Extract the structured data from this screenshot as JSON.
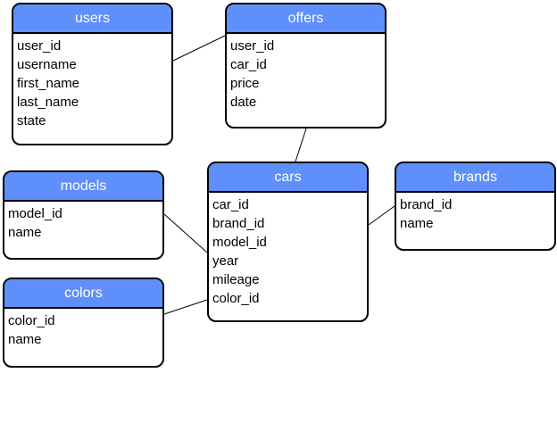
{
  "entities": {
    "users": {
      "title": "users",
      "fields": [
        "user_id",
        "username",
        "first_name",
        "last_name",
        "state"
      ]
    },
    "offers": {
      "title": "offers",
      "fields": [
        "user_id",
        "car_id",
        "price",
        "date"
      ]
    },
    "cars": {
      "title": "cars",
      "fields": [
        "car_id",
        "brand_id",
        "model_id",
        "year",
        "mileage",
        "color_id"
      ]
    },
    "brands": {
      "title": "brands",
      "fields": [
        "brand_id",
        "name"
      ]
    },
    "models": {
      "title": "models",
      "fields": [
        "model_id",
        "name"
      ]
    },
    "colors": {
      "title": "colors",
      "fields": [
        "color_id",
        "name"
      ]
    }
  },
  "relationships": [
    {
      "from": "users",
      "to": "offers"
    },
    {
      "from": "offers",
      "to": "cars"
    },
    {
      "from": "models",
      "to": "cars"
    },
    {
      "from": "colors",
      "to": "cars"
    },
    {
      "from": "brands",
      "to": "cars"
    }
  ],
  "colors": {
    "header_fill": "#5f8ffb",
    "header_text": "#ffffff",
    "border": "#000000",
    "body_fill": "#ffffff"
  }
}
